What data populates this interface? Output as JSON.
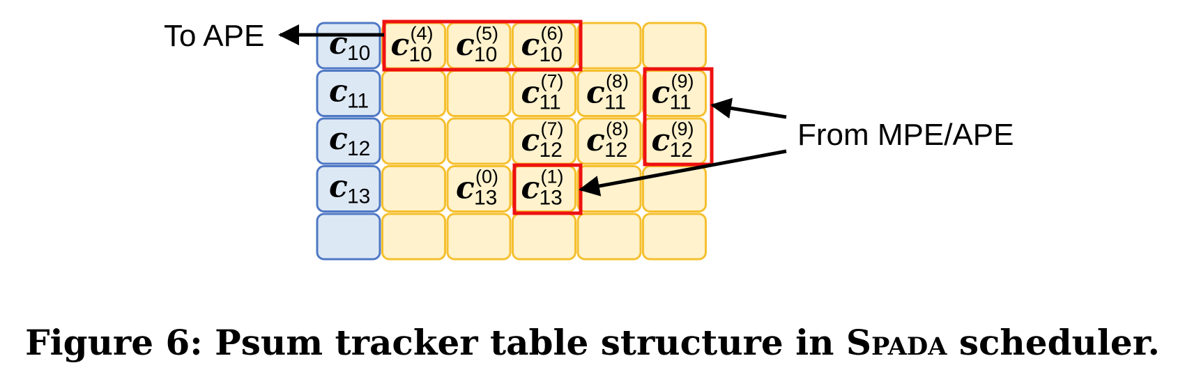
{
  "figure": {
    "arrow_labels": {
      "to": "To APE",
      "from": "From MPE/APE"
    },
    "head_column": [
      {
        "var": "c",
        "sub": "10"
      },
      {
        "var": "c",
        "sub": "11"
      },
      {
        "var": "c",
        "sub": "12"
      },
      {
        "var": "c",
        "sub": "13"
      },
      null
    ],
    "psum_cells": [
      [
        {
          "var": "c",
          "sub": "10",
          "sup": "(4)"
        },
        {
          "var": "c",
          "sub": "10",
          "sup": "(5)"
        },
        {
          "var": "c",
          "sub": "10",
          "sup": "(6)"
        },
        null,
        null
      ],
      [
        null,
        null,
        {
          "var": "c",
          "sub": "11",
          "sup": "(7)"
        },
        {
          "var": "c",
          "sub": "11",
          "sup": "(8)"
        },
        {
          "var": "c",
          "sub": "11",
          "sup": "(9)"
        }
      ],
      [
        null,
        null,
        {
          "var": "c",
          "sub": "12",
          "sup": "(7)"
        },
        {
          "var": "c",
          "sub": "12",
          "sup": "(8)"
        },
        {
          "var": "c",
          "sub": "12",
          "sup": "(9)"
        }
      ],
      [
        null,
        {
          "var": "c",
          "sub": "13",
          "sup": "(0)"
        },
        {
          "var": "c",
          "sub": "13",
          "sup": "(1)"
        },
        null,
        null
      ],
      [
        null,
        null,
        null,
        null,
        null
      ]
    ],
    "colors": {
      "head_fill": "#dde8f5",
      "head_stroke": "#4f78c4",
      "cell_fill": "#fff2cc",
      "cell_stroke": "#f5bf2e",
      "highlight": "#ee1111",
      "arrow": "#000000"
    }
  },
  "caption": {
    "prefix": "Figure 6: Psum tracker table structure in ",
    "system": "Spada",
    "suffix": " scheduler."
  }
}
